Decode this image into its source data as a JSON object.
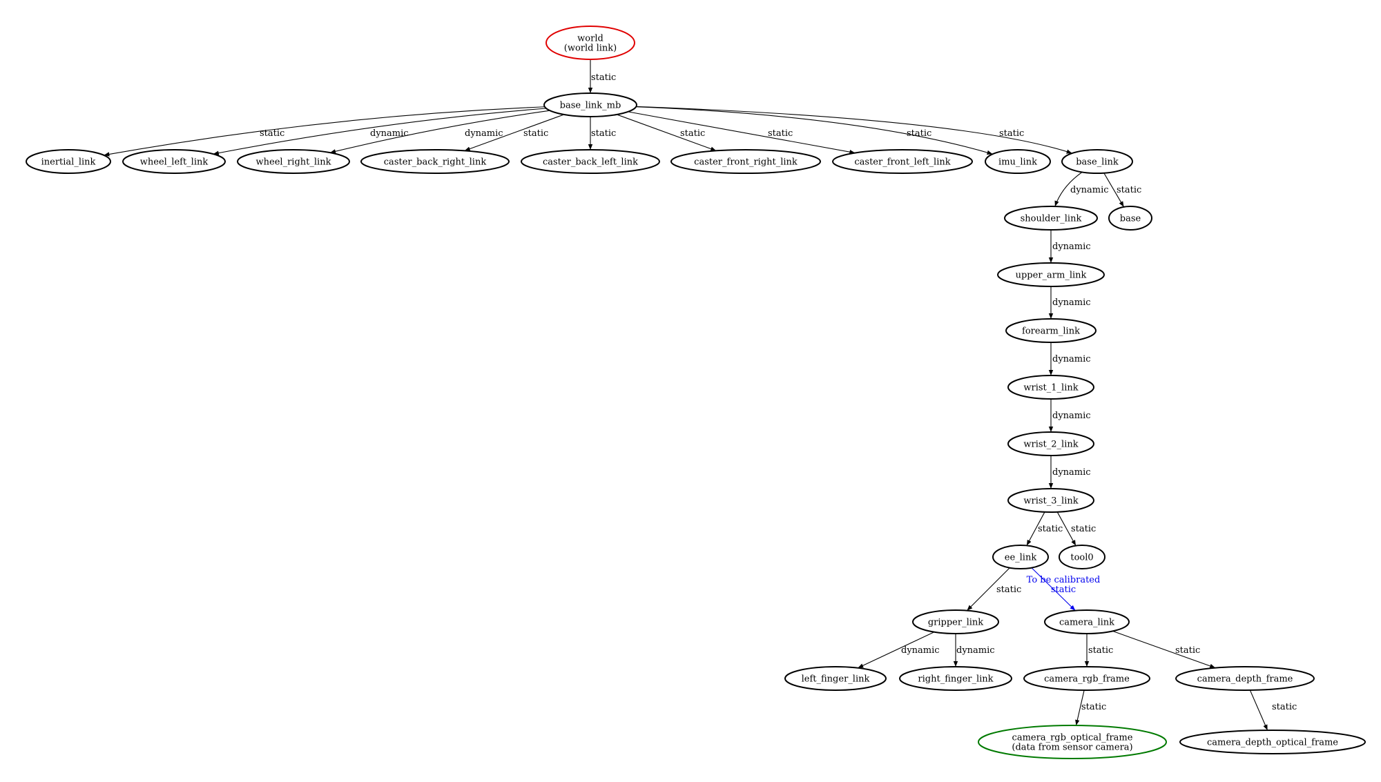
{
  "colors": {
    "default": "#000000",
    "root": "#e00000",
    "sensor": "#007a00",
    "calibration": "#0000ee"
  },
  "nodes": {
    "world": [
      "world",
      "(world link)"
    ],
    "base_link_mb": [
      "base_link_mb"
    ],
    "inertial_link": [
      "inertial_link"
    ],
    "wheel_left_link": [
      "wheel_left_link"
    ],
    "wheel_right_link": [
      "wheel_right_link"
    ],
    "caster_back_right_link": [
      "caster_back_right_link"
    ],
    "caster_back_left_link": [
      "caster_back_left_link"
    ],
    "caster_front_right_link": [
      "caster_front_right_link"
    ],
    "caster_front_left_link": [
      "caster_front_left_link"
    ],
    "imu_link": [
      "imu_link"
    ],
    "base_link": [
      "base_link"
    ],
    "shoulder_link": [
      "shoulder_link"
    ],
    "base": [
      "base"
    ],
    "upper_arm_link": [
      "upper_arm_link"
    ],
    "forearm_link": [
      "forearm_link"
    ],
    "wrist_1_link": [
      "wrist_1_link"
    ],
    "wrist_2_link": [
      "wrist_2_link"
    ],
    "wrist_3_link": [
      "wrist_3_link"
    ],
    "ee_link": [
      "ee_link"
    ],
    "tool0": [
      "tool0"
    ],
    "gripper_link": [
      "gripper_link"
    ],
    "camera_link": [
      "camera_link"
    ],
    "left_finger_link": [
      "left_finger_link"
    ],
    "right_finger_link": [
      "right_finger_link"
    ],
    "camera_rgb_frame": [
      "camera_rgb_frame"
    ],
    "camera_depth_frame": [
      "camera_depth_frame"
    ],
    "camera_rgb_optical_frame": [
      "camera_rgb_optical_frame",
      "(data from sensor camera)"
    ],
    "camera_depth_optical_frame": [
      "camera_depth_optical_frame"
    ]
  },
  "node_styles": {
    "world": "root",
    "camera_rgb_optical_frame": "sensor"
  },
  "edges": [
    {
      "from": "world",
      "to": "base_link_mb",
      "label": [
        "static"
      ]
    },
    {
      "from": "base_link_mb",
      "to": "inertial_link",
      "label": [
        "static"
      ]
    },
    {
      "from": "base_link_mb",
      "to": "wheel_left_link",
      "label": [
        "dynamic"
      ]
    },
    {
      "from": "base_link_mb",
      "to": "wheel_right_link",
      "label": [
        "dynamic"
      ]
    },
    {
      "from": "base_link_mb",
      "to": "caster_back_right_link",
      "label": [
        "static"
      ]
    },
    {
      "from": "base_link_mb",
      "to": "caster_back_left_link",
      "label": [
        "static"
      ]
    },
    {
      "from": "base_link_mb",
      "to": "caster_front_right_link",
      "label": [
        "static"
      ]
    },
    {
      "from": "base_link_mb",
      "to": "caster_front_left_link",
      "label": [
        "static"
      ]
    },
    {
      "from": "base_link_mb",
      "to": "imu_link",
      "label": [
        "static"
      ]
    },
    {
      "from": "base_link_mb",
      "to": "base_link",
      "label": [
        "static"
      ]
    },
    {
      "from": "base_link",
      "to": "shoulder_link",
      "label": [
        "dynamic"
      ]
    },
    {
      "from": "base_link",
      "to": "base",
      "label": [
        "static"
      ]
    },
    {
      "from": "shoulder_link",
      "to": "upper_arm_link",
      "label": [
        "dynamic"
      ]
    },
    {
      "from": "upper_arm_link",
      "to": "forearm_link",
      "label": [
        "dynamic"
      ]
    },
    {
      "from": "forearm_link",
      "to": "wrist_1_link",
      "label": [
        "dynamic"
      ]
    },
    {
      "from": "wrist_1_link",
      "to": "wrist_2_link",
      "label": [
        "dynamic"
      ]
    },
    {
      "from": "wrist_2_link",
      "to": "wrist_3_link",
      "label": [
        "dynamic"
      ]
    },
    {
      "from": "wrist_3_link",
      "to": "ee_link",
      "label": [
        "static"
      ]
    },
    {
      "from": "wrist_3_link",
      "to": "tool0",
      "label": [
        "static"
      ]
    },
    {
      "from": "ee_link",
      "to": "gripper_link",
      "label": [
        "static"
      ]
    },
    {
      "from": "ee_link",
      "to": "camera_link",
      "label": [
        "To be calibrated",
        "static"
      ],
      "style": "calibration"
    },
    {
      "from": "gripper_link",
      "to": "left_finger_link",
      "label": [
        "dynamic"
      ]
    },
    {
      "from": "gripper_link",
      "to": "right_finger_link",
      "label": [
        "dynamic"
      ]
    },
    {
      "from": "camera_link",
      "to": "camera_rgb_frame",
      "label": [
        "static"
      ]
    },
    {
      "from": "camera_link",
      "to": "camera_depth_frame",
      "label": [
        "static"
      ]
    },
    {
      "from": "camera_rgb_frame",
      "to": "camera_rgb_optical_frame",
      "label": [
        "static"
      ]
    },
    {
      "from": "camera_depth_frame",
      "to": "camera_depth_optical_frame",
      "label": [
        "static"
      ]
    }
  ]
}
